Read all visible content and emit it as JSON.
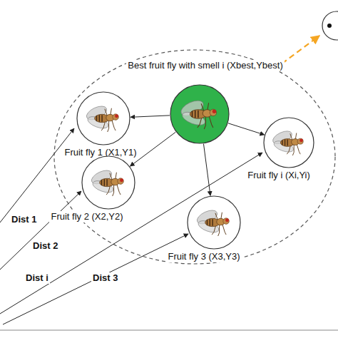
{
  "diagram": {
    "nodes": [
      {
        "text": [
          "Best fruit fly with smell i (Xbest,Ybest)"
        ]
      },
      {
        "text": [
          "Fruit fly 1 (X1,Y1)"
        ]
      },
      {
        "text": [
          "Fruit fly 2 (X2,Y2)"
        ]
      },
      {
        "text": [
          "Fruit fly i (Xi,Yi)"
        ]
      },
      {
        "text": [
          "Fruit fly 3 (X3,Y3)"
        ]
      }
    ],
    "edges": [
      {
        "from": 0,
        "to": 1,
        "arrow": "to"
      },
      {
        "from": 0,
        "to": 2,
        "arrow": "to"
      },
      {
        "from": 0,
        "to": 3,
        "arrow": "to"
      },
      {
        "from": 0,
        "to": 4,
        "arrow": "to"
      }
    ],
    "labels": [
      "Dist 1",
      "Dist 2",
      "Dist i",
      "Dist 3"
    ]
  }
}
